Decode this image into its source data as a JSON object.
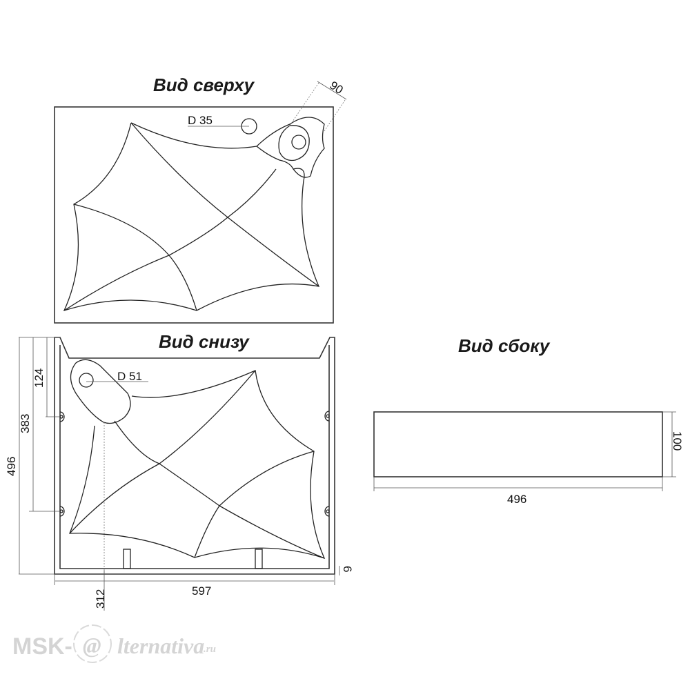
{
  "views": {
    "top": {
      "title": "Вид сверху",
      "hole_label": "D 35",
      "tap_dim": "90"
    },
    "bottom": {
      "title": "Вид снизу",
      "hole_label": "D 51",
      "dim_height": "496",
      "dim_383": "383",
      "dim_124": "124",
      "dim_width": "597",
      "dim_312": "312",
      "dim_6": "6"
    },
    "side": {
      "title": "Вид сбоку",
      "dim_height": "100",
      "dim_width": "496"
    }
  },
  "watermark": {
    "text": "MSK-",
    "at": "@",
    "rest": "lternativa",
    "tld": ".ru"
  }
}
